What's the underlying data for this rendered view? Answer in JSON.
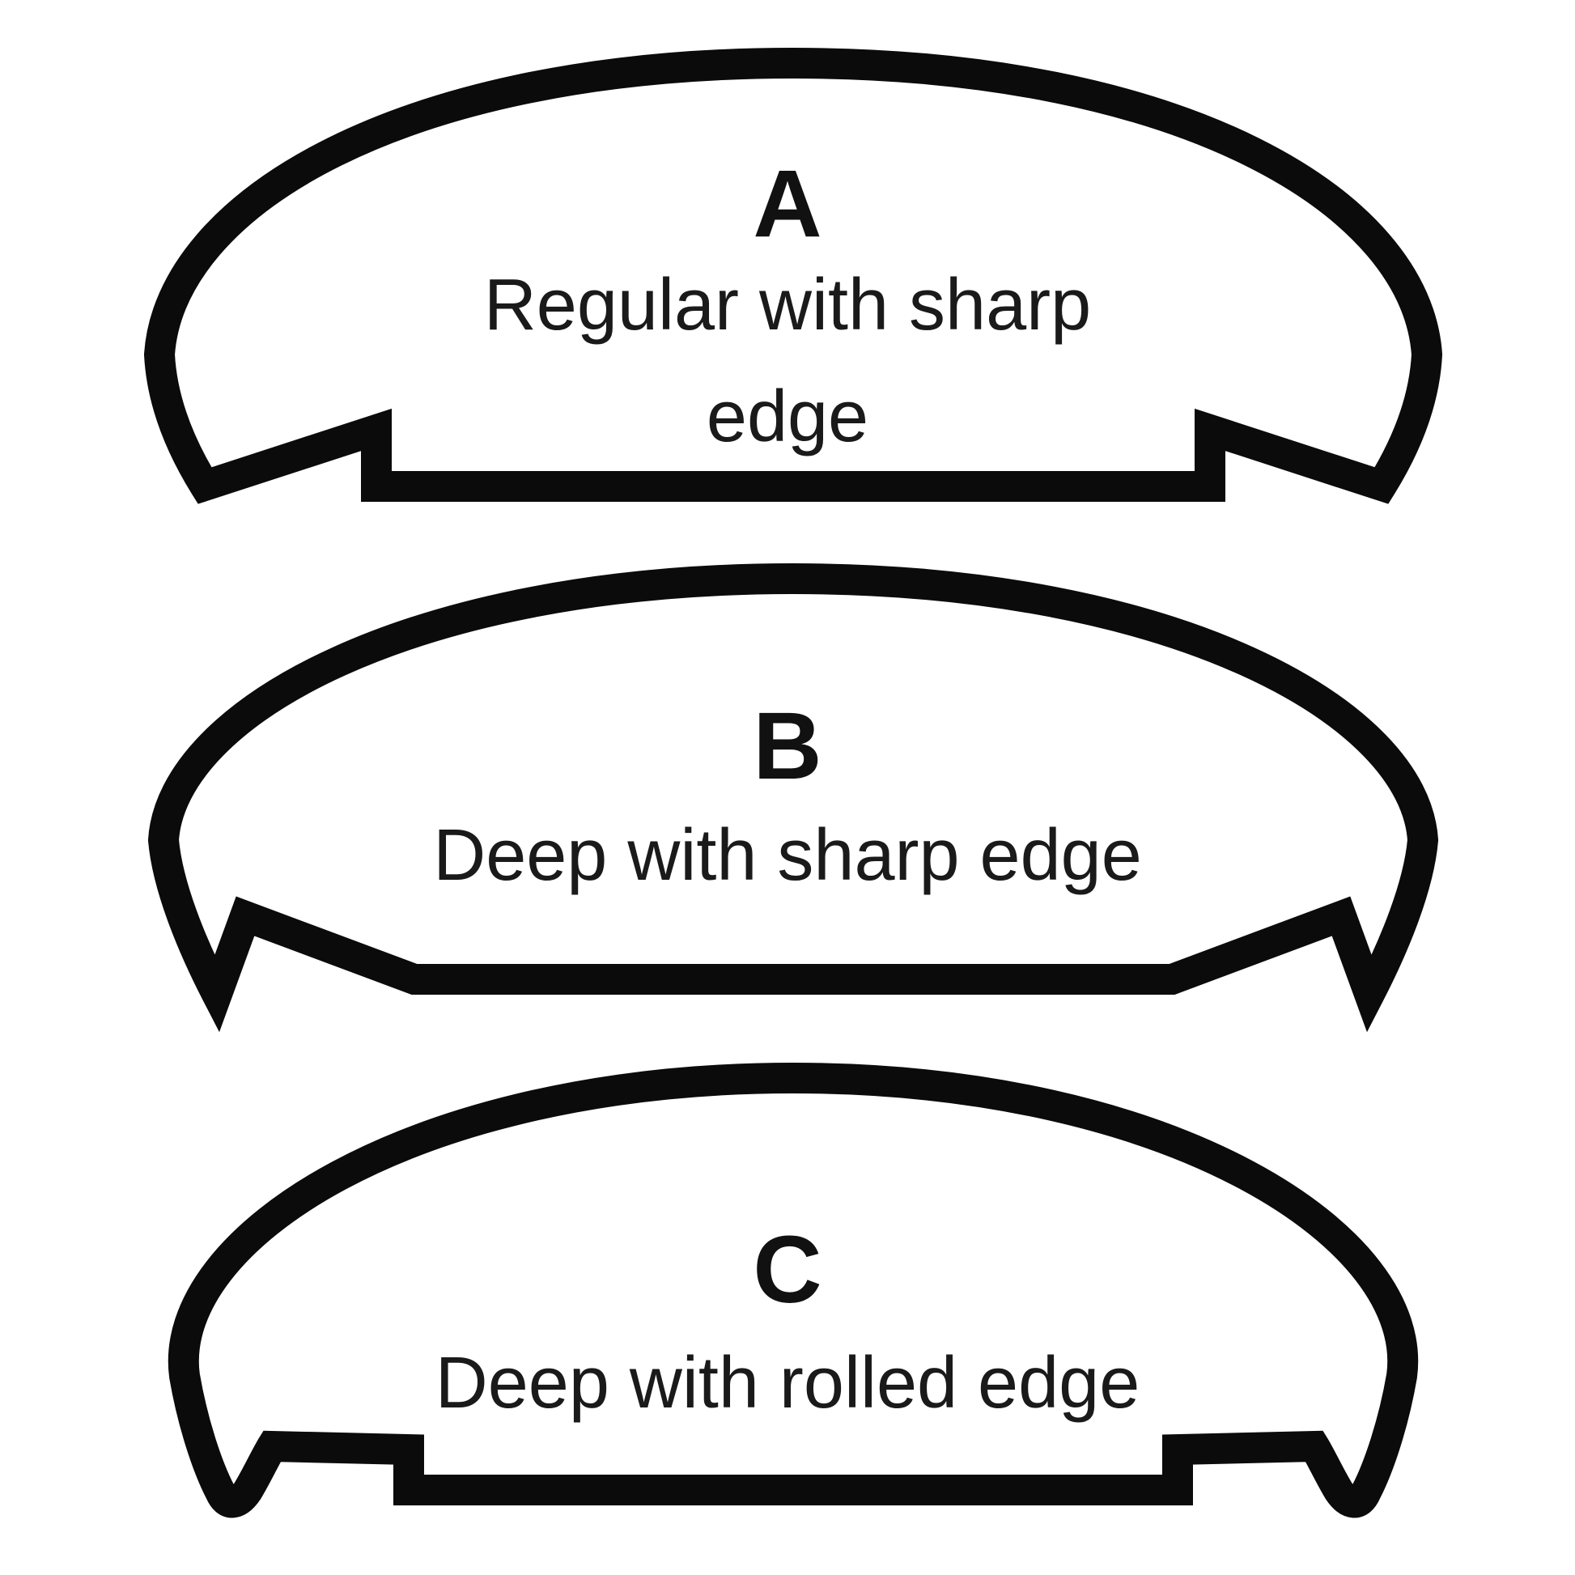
{
  "diagram": {
    "background_color": "#ffffff",
    "outline_color": "#0b0b0b",
    "text_color": "#141414",
    "sections": [
      {
        "letter": "A",
        "caption_line1": "Regular with sharp",
        "caption_line2": "edge",
        "profile_name": "regular-with-sharp-edge"
      },
      {
        "letter": "B",
        "caption_line1": "Deep with sharp edge",
        "caption_line2": "",
        "profile_name": "deep-with-sharp-edge"
      },
      {
        "letter": "C",
        "caption_line1": "Deep with rolled edge",
        "caption_line2": "",
        "profile_name": "deep-with-rolled-edge"
      }
    ]
  }
}
